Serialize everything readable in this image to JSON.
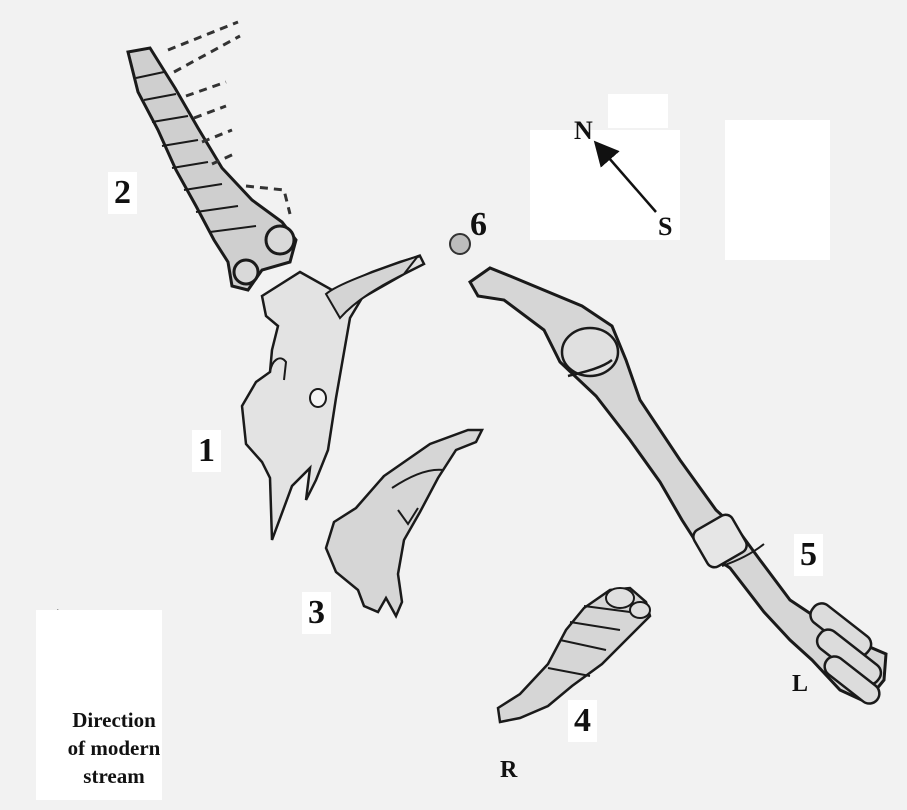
{
  "labels": {
    "n1": "1",
    "n2": "2",
    "n3": "3",
    "n4": "4",
    "n5": "5",
    "n6": "6"
  },
  "sides": {
    "right": "R",
    "left": "L"
  },
  "compass": {
    "north": "N",
    "south": "S"
  },
  "stream_note": "Direction\nof modern\nstream",
  "colors": {
    "bone_fill": "#d9d9d9",
    "bone_fill_light": "#e6e6e6",
    "outline": "#1a1a1a",
    "background": "#f2f2f2",
    "marker_fill": "#bdbdbd"
  }
}
